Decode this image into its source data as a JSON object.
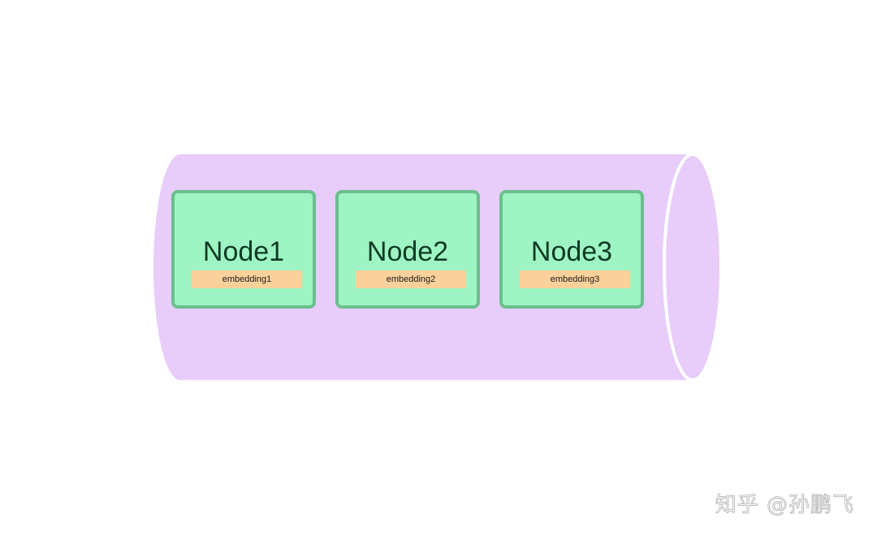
{
  "diagram": {
    "nodes": [
      {
        "label": "Node1",
        "embedding": "embedding1"
      },
      {
        "label": "Node2",
        "embedding": "embedding2"
      },
      {
        "label": "Node3",
        "embedding": "embedding3"
      }
    ],
    "colors": {
      "cylinder": "#e8ccfa",
      "cylinder_outline": "#ffffff",
      "node_fill": "#9ef5c3",
      "node_border": "#6bbf8c",
      "node_text": "#0f3b24",
      "tag_fill": "#fad19a"
    }
  },
  "watermark": "知乎 @孙鹏飞"
}
